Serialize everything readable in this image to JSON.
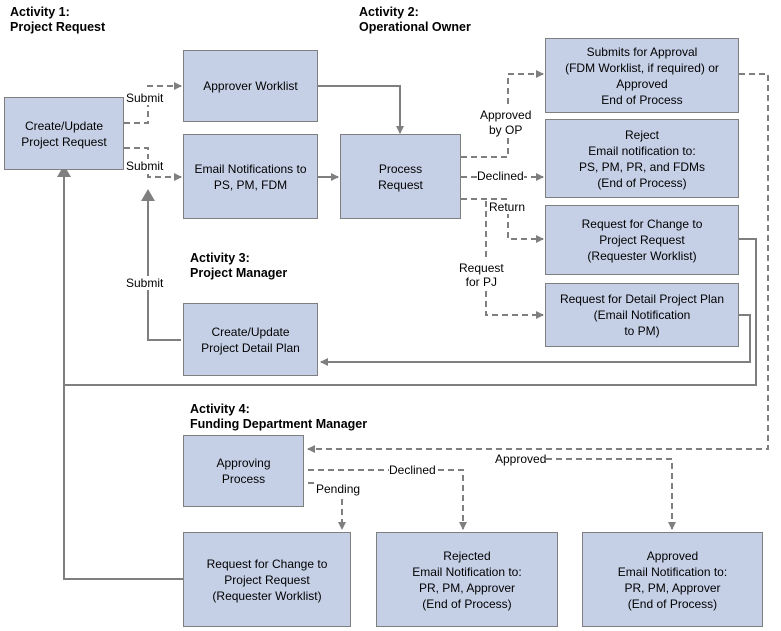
{
  "activities": {
    "a1": [
      "Activity 1:",
      "Project Request"
    ],
    "a2": [
      "Activity 2:",
      "Operational Owner"
    ],
    "a3": [
      "Activity 3:",
      "Project Manager"
    ],
    "a4": [
      "Activity 4:",
      "Funding Department Manager"
    ]
  },
  "boxes": {
    "create_update_request": [
      "Create/Update",
      "Project Request"
    ],
    "approver_worklist": [
      "Approver Worklist"
    ],
    "email_notifications": [
      "Email Notifications to",
      "PS, PM, FDM"
    ],
    "process_request": [
      "Process",
      "Request"
    ],
    "submits_for_approval": [
      "Submits for Approval",
      "(FDM Worklist, if required) or",
      "Approved",
      "End of Process"
    ],
    "reject_notification": [
      "Reject",
      "Email notification to:",
      "PS, PM, PR, and FDMs",
      "(End of Process)"
    ],
    "request_change_op": [
      "Request for Change to",
      "Project Request",
      "(Requester Worklist)"
    ],
    "request_detail_plan": [
      "Request for Detail Project Plan",
      "(Email Notification",
      "to PM)"
    ],
    "create_update_detail_plan": [
      "Create/Update",
      "Project Detail Plan"
    ],
    "approving_process": [
      "Approving",
      "Process"
    ],
    "request_change_fdm": [
      "Request for Change to",
      "Project Request",
      "(Requester Worklist)"
    ],
    "rejected_notification": [
      "Rejected",
      "Email Notification to:",
      "PR, PM, Approver",
      "(End of Process)"
    ],
    "approved_notification": [
      "Approved",
      "Email Notification to:",
      "PR, PM, Approver",
      "(End of Process)"
    ]
  },
  "labels": {
    "submit_1": [
      "Submit"
    ],
    "submit_2": [
      "Submit"
    ],
    "submit_3": [
      "Submit"
    ],
    "approved_by_op": [
      "Approved",
      "by OP"
    ],
    "declined_op": [
      "Declined"
    ],
    "return": [
      "Return"
    ],
    "request_for_pj": [
      "Request",
      "for PJ"
    ],
    "approved_fdm": [
      "Approved"
    ],
    "declined_fdm": [
      "Declined"
    ],
    "pending": [
      "Pending"
    ]
  },
  "colors": {
    "box_fill": "#c5cfe6",
    "box_border": "#7f7f7f",
    "connector": "#7f7f7f"
  }
}
